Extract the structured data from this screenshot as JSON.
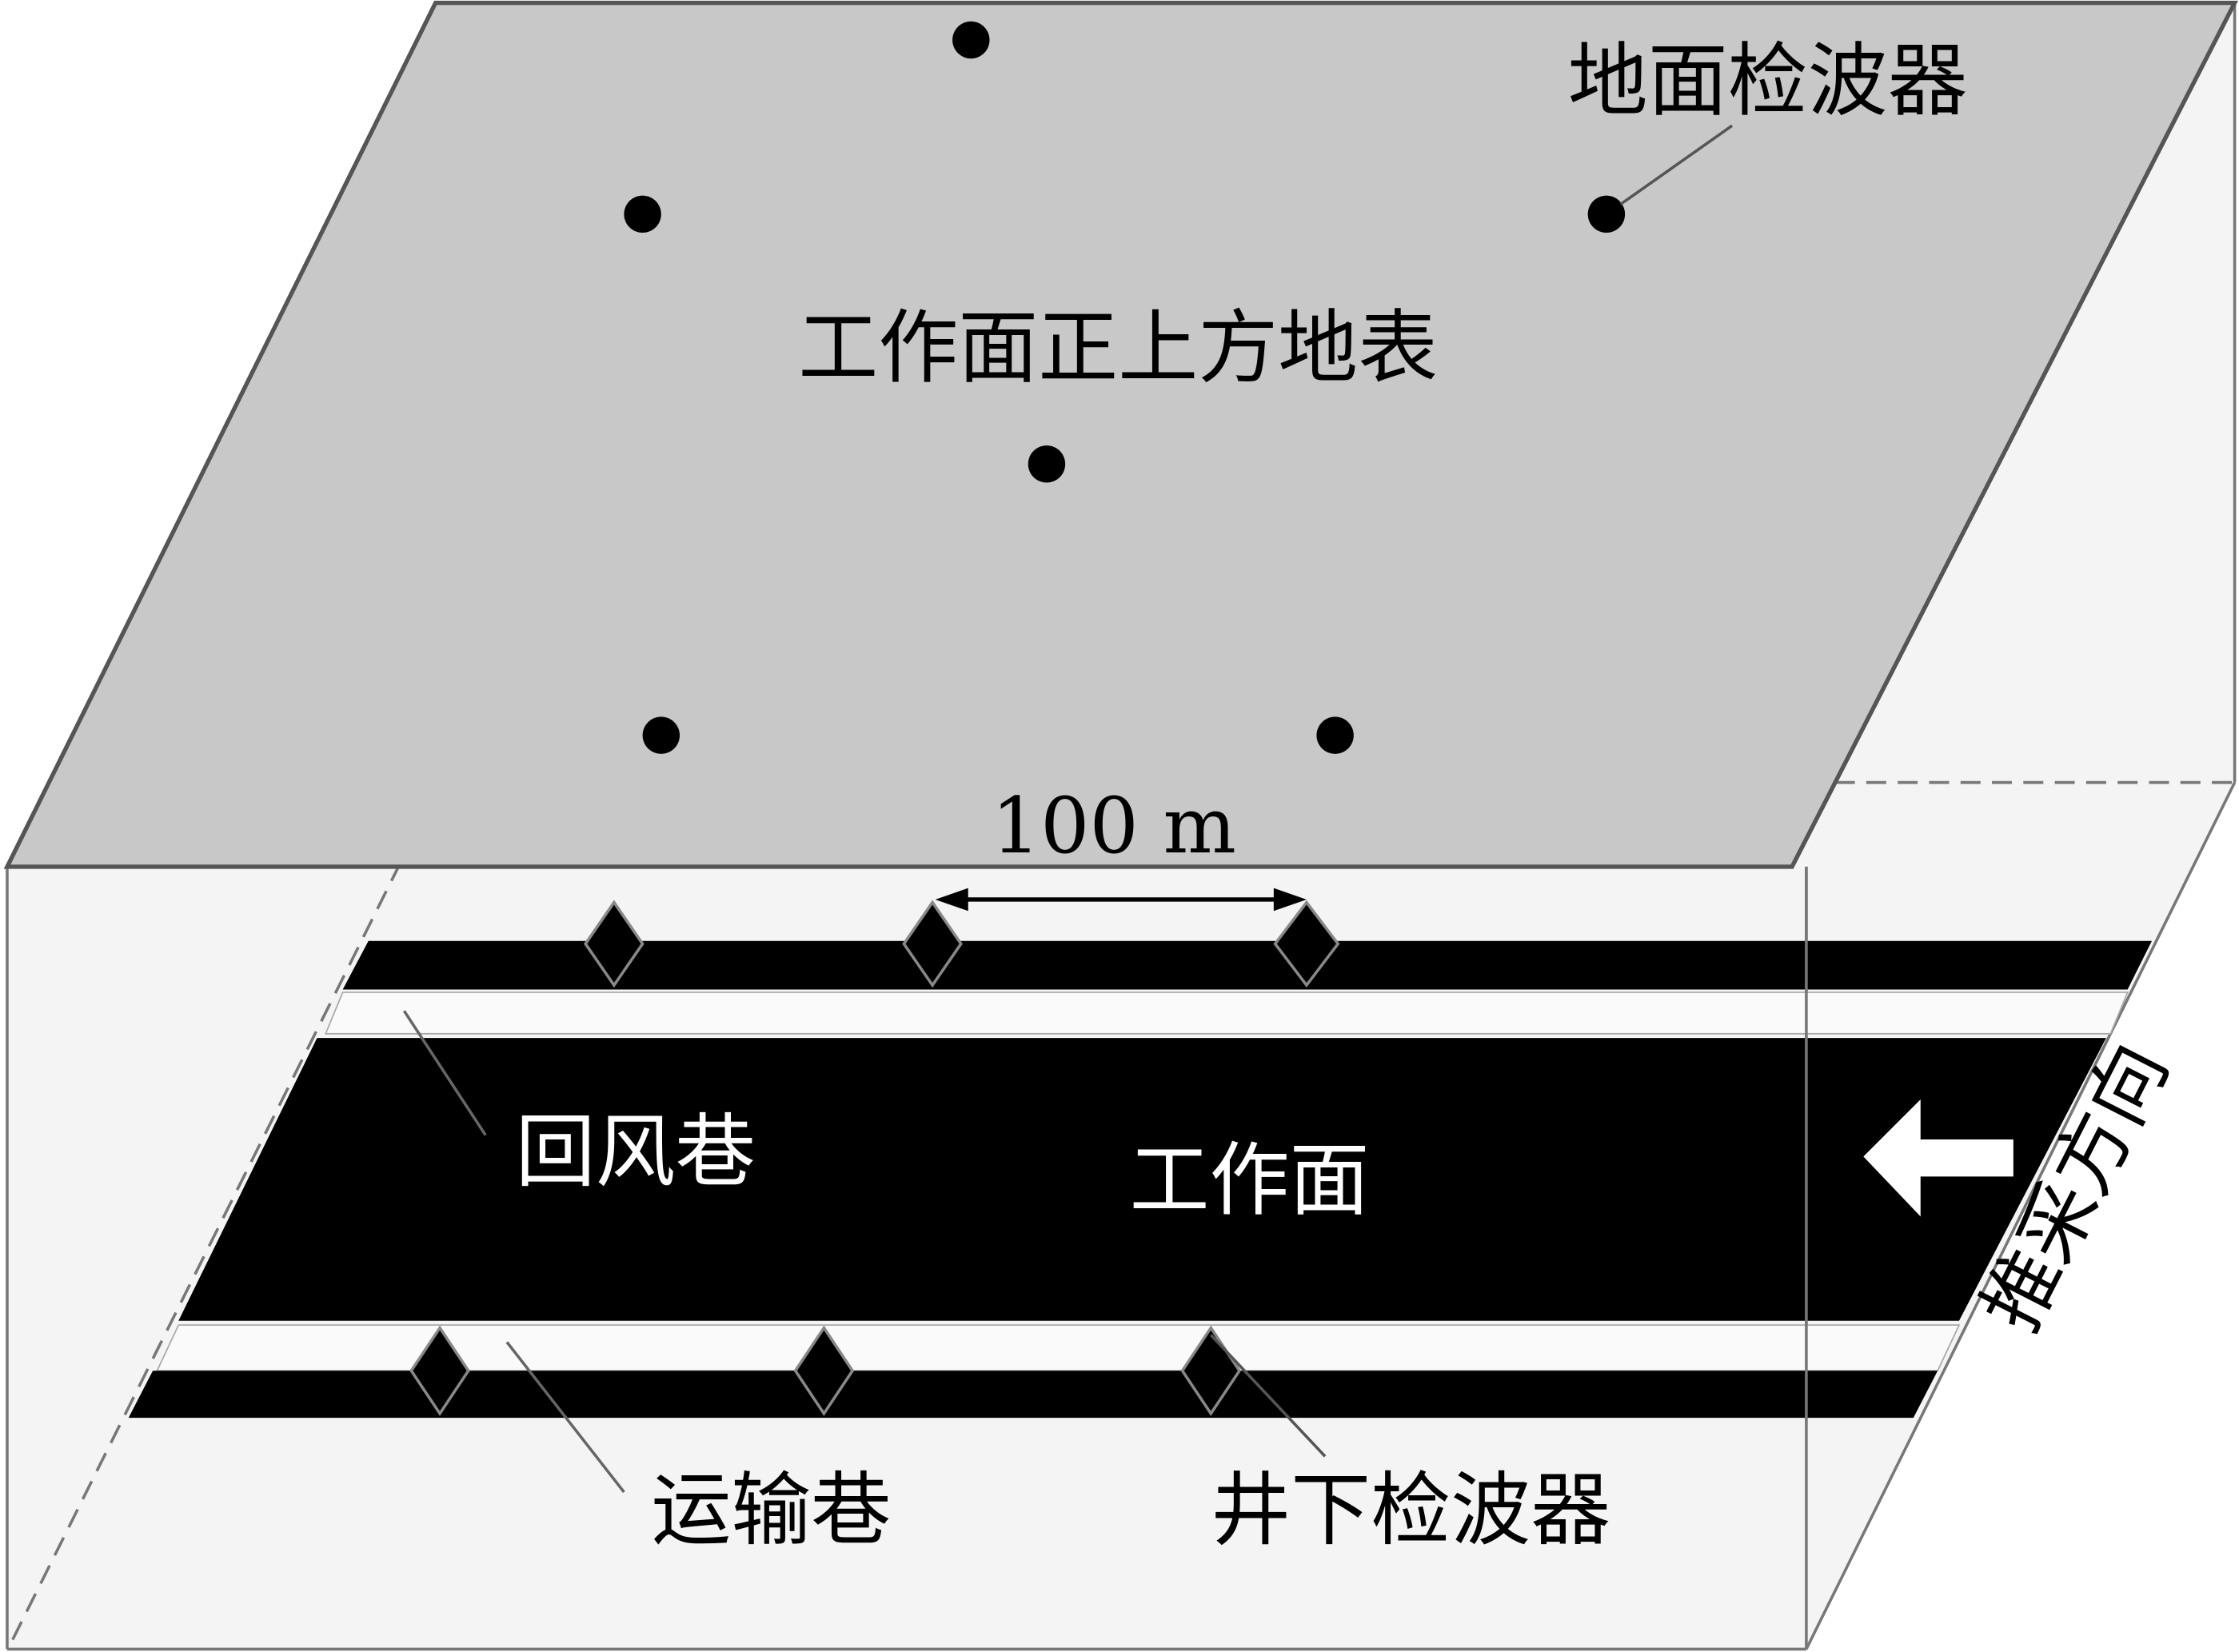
{
  "labels": {
    "surface_geophone": "地面检波器",
    "surface_above_face": "工作面正上方地表",
    "spacing": "100 m",
    "return_airway": "回风巷",
    "working_face": "工作面",
    "haulage_roadway": "运输巷",
    "underground_geophone": "井下检波器",
    "mining_direction": "推采方向"
  },
  "colors": {
    "surface": "#c8c8c8",
    "underground": "#f4f4f4",
    "roadway": "#000000"
  }
}
